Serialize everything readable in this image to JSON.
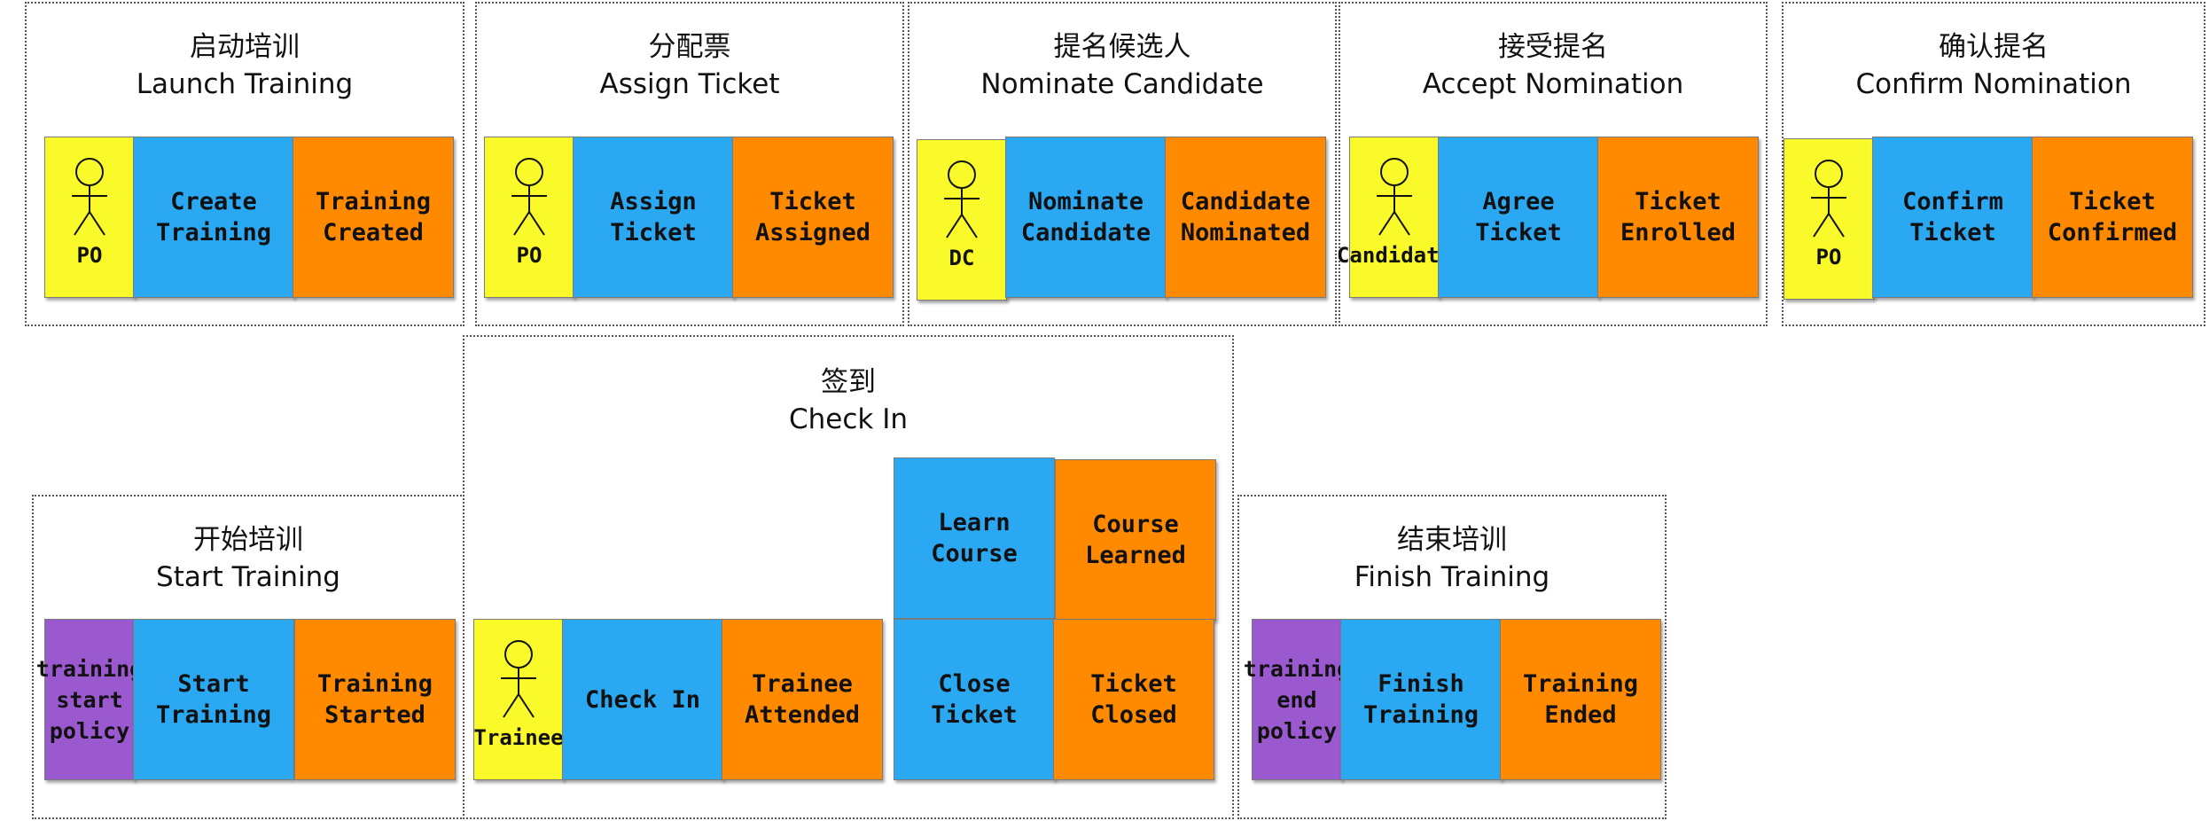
{
  "colors": {
    "actor": "#fafa2a",
    "command": "#2aa9f2",
    "event": "#ff8a00",
    "policy": "#9b59d0",
    "border": "#555555"
  },
  "groups": [
    {
      "zh": "启动培训",
      "en": "Launch Training",
      "actor": "PO",
      "command": "Create\nTraining",
      "event": "Training\nCreated"
    },
    {
      "zh": "分配票",
      "en": "Assign Ticket",
      "actor": "PO",
      "command": "Assign\nTicket",
      "event": "Ticket\nAssigned"
    },
    {
      "zh": "提名候选人",
      "en": "Nominate Candidate",
      "actor": "DC",
      "command": "Nominate\nCandidate",
      "event": "Candidate\nNominated"
    },
    {
      "zh": "接受提名",
      "en": "Accept Nomination",
      "actor": "Candidate",
      "command": "Agree\nTicket",
      "event": "Ticket\nEnrolled"
    },
    {
      "zh": "确认提名",
      "en": "Confirm Nomination",
      "actor": "PO",
      "command": "Confirm\nTicket",
      "event": "Ticket\nConfirmed"
    },
    {
      "zh": "开始培训",
      "en": "Start Training",
      "policy": "training\nstart\npolicy",
      "command": "Start\nTraining",
      "event": "Training\nStarted"
    },
    {
      "zh": "签到",
      "en": "Check In",
      "actor": "Trainee",
      "command": "Check In",
      "event": "Trainee\nAttended",
      "extra": [
        {
          "command": "Learn\nCourse",
          "event": "Course\nLearned"
        },
        {
          "command": "Close\nTicket",
          "event": "Ticket\nClosed"
        }
      ]
    },
    {
      "zh": "结束培训",
      "en": "Finish Training",
      "policy": "training\nend\npolicy",
      "command": "Finish\nTraining",
      "event": "Training\nEnded"
    }
  ]
}
